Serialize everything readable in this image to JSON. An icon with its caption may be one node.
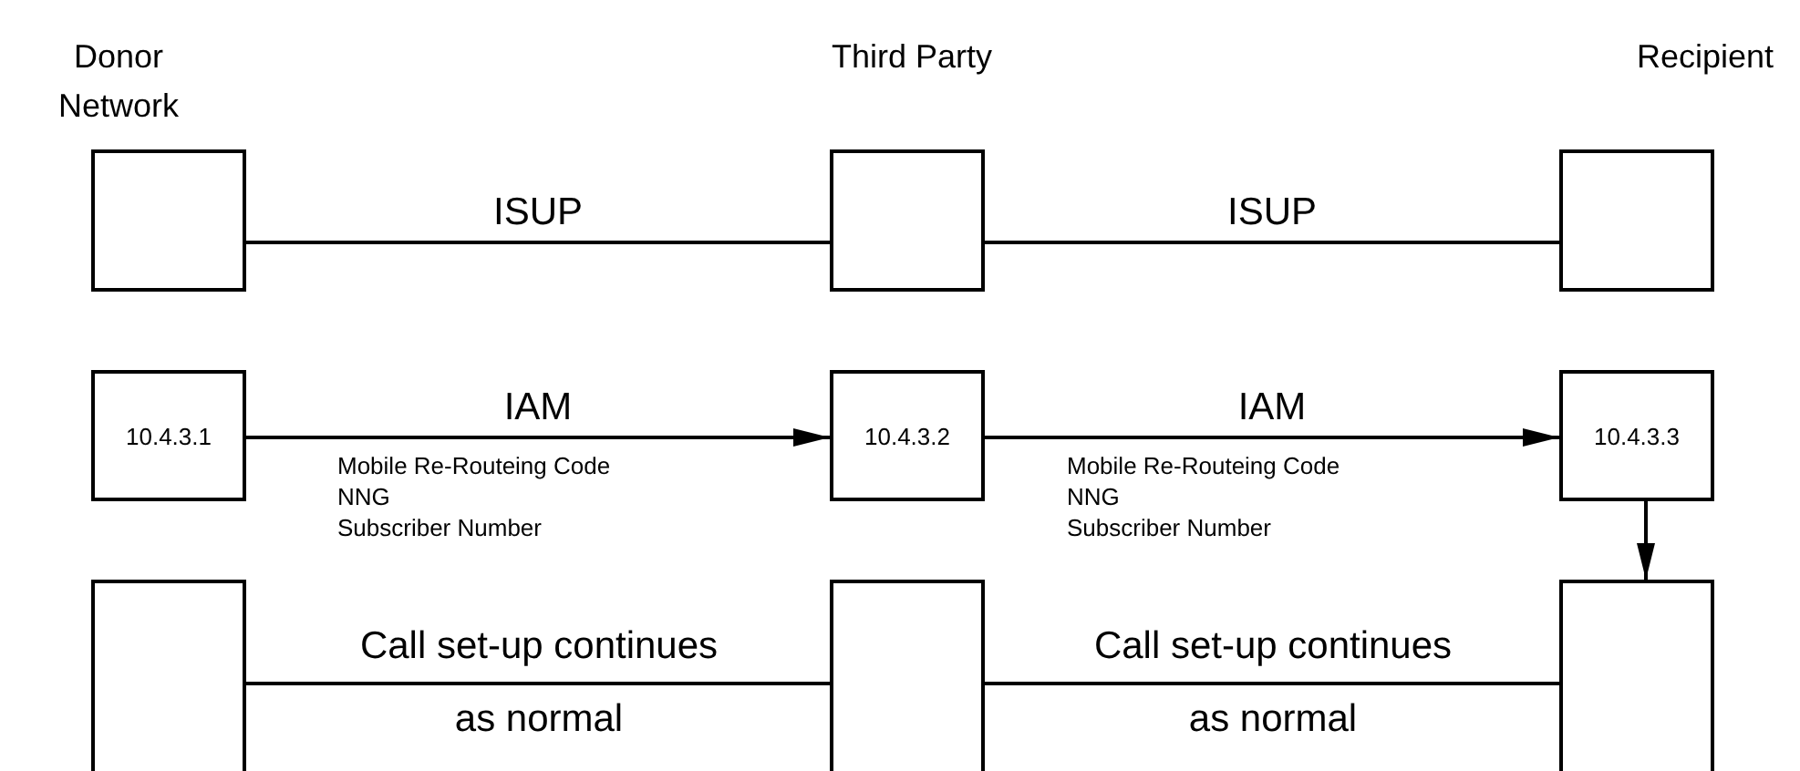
{
  "diagram": {
    "nodes": [
      {
        "text": [],
        "shape": "box"
      },
      {
        "text": [],
        "shape": "box"
      },
      {
        "text": [],
        "shape": "box"
      },
      {
        "text": [
          "10.4.3.1"
        ]
      },
      {
        "text": [
          "10.4.3.2"
        ]
      },
      {
        "text": [
          "10.4.3.3"
        ]
      },
      {
        "text": [],
        "shape": "box"
      },
      {
        "text": [],
        "shape": "box"
      },
      {
        "text": [],
        "shape": "box"
      }
    ],
    "edges": [
      {
        "from": 0,
        "to": 1,
        "arrow": "none",
        "label": "ISUP"
      },
      {
        "from": 1,
        "to": 2,
        "arrow": "none",
        "label": "ISUP"
      },
      {
        "from": 3,
        "to": 4,
        "arrow": "to",
        "label": "IAM"
      },
      {
        "from": 4,
        "to": 5,
        "arrow": "to",
        "label": "IAM"
      },
      {
        "from": 5,
        "to": 8,
        "arrow": "to"
      },
      {
        "from": 6,
        "to": 7,
        "arrow": "none",
        "label": "Call set-up continues as normal"
      },
      {
        "from": 7,
        "to": 8,
        "arrow": "none",
        "label": "Call set-up continues as normal"
      }
    ],
    "labels": [
      "Donor Network",
      "Third Party",
      "Recipient",
      "Mobile Re-Routeing Code",
      "NNG",
      "Subscriber Number",
      "Mobile Re-Routeing Code",
      "NNG",
      "Subscriber Number"
    ]
  }
}
